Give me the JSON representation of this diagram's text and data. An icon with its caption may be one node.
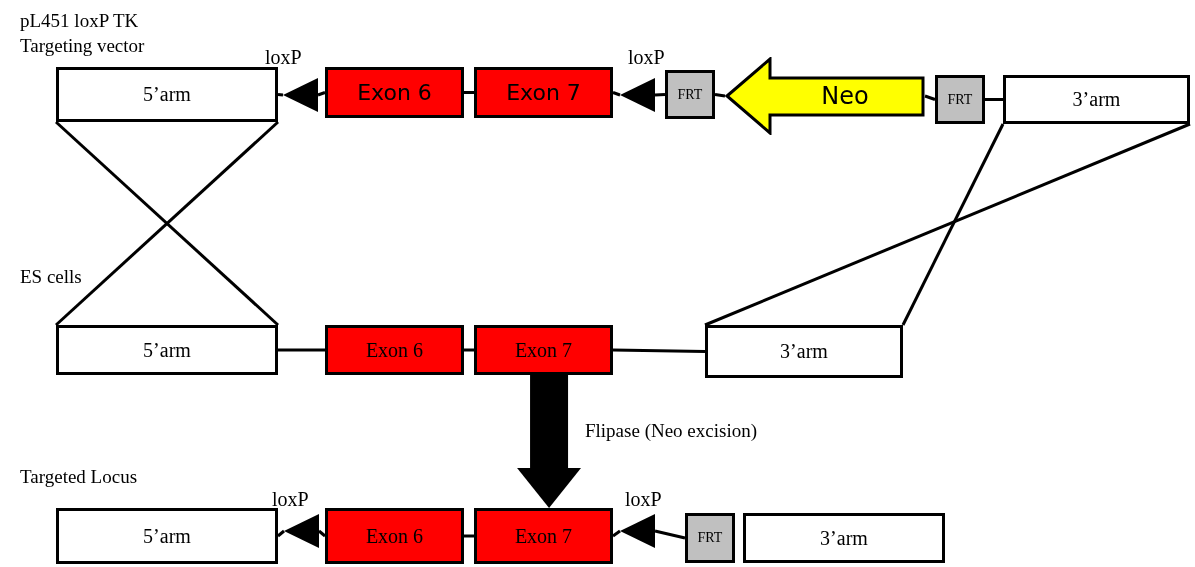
{
  "diagram": {
    "nodes": [
      {
        "text": [
          "5’arm"
        ]
      },
      {
        "text": [],
        "shape": "triangle",
        "beside": [
          "loxP"
        ]
      },
      {
        "text": [
          "Exon 6"
        ]
      },
      {
        "text": [
          "Exon 7"
        ]
      },
      {
        "text": [],
        "shape": "triangle",
        "beside": [
          "loxP"
        ]
      },
      {
        "text": [
          "FRT"
        ]
      },
      {
        "text": [
          "Neo"
        ]
      },
      {
        "text": [
          "FRT"
        ]
      },
      {
        "text": [
          "3’arm"
        ]
      },
      {
        "text": [
          "5’arm"
        ]
      },
      {
        "text": [
          "Exon 6"
        ]
      },
      {
        "text": [
          "Exon 7"
        ]
      },
      {
        "text": [
          "3’arm"
        ]
      },
      {
        "text": [
          "5’arm"
        ]
      },
      {
        "text": [],
        "shape": "triangle",
        "beside": [
          "loxP"
        ]
      },
      {
        "text": [
          "Exon 6"
        ]
      },
      {
        "text": [
          "Exon 7"
        ]
      },
      {
        "text": [],
        "shape": "triangle",
        "beside": [
          "loxP"
        ]
      },
      {
        "text": [
          "FRT"
        ]
      },
      {
        "text": [
          "3’arm"
        ]
      }
    ],
    "edges": [
      {
        "from": 0,
        "to": 1,
        "arrow": "none"
      },
      {
        "from": 1,
        "to": 2,
        "arrow": "none"
      },
      {
        "from": 2,
        "to": 3,
        "arrow": "none"
      },
      {
        "from": 3,
        "to": 4,
        "arrow": "none"
      },
      {
        "from": 4,
        "to": 5,
        "arrow": "none"
      },
      {
        "from": 5,
        "to": 6,
        "arrow": "none"
      },
      {
        "from": 6,
        "to": 7,
        "arrow": "none"
      },
      {
        "from": 7,
        "to": 8,
        "arrow": "none"
      },
      {
        "from": 0,
        "to": 9,
        "arrow": "none"
      },
      {
        "from": 0,
        "to": 9,
        "arrow": "none"
      },
      {
        "from": 8,
        "to": 12,
        "arrow": "none"
      },
      {
        "from": 8,
        "to": 12,
        "arrow": "none"
      },
      {
        "from": 9,
        "to": 10,
        "arrow": "none"
      },
      {
        "from": 10,
        "to": 11,
        "arrow": "none"
      },
      {
        "from": 11,
        "to": 12,
        "arrow": "none"
      },
      {
        "from": 11,
        "to": 16,
        "arrow": "to",
        "label": "Flipase (Neo excision)",
        "style": "thick"
      },
      {
        "from": 13,
        "to": 14,
        "arrow": "none"
      },
      {
        "from": 14,
        "to": 15,
        "arrow": "none"
      },
      {
        "from": 15,
        "to": 16,
        "arrow": "none"
      },
      {
        "from": 16,
        "to": 17,
        "arrow": "none"
      },
      {
        "from": 17,
        "to": 18,
        "arrow": "none"
      }
    ],
    "labels": [
      "pL451 loxP TK Targeting vector",
      "ES cells",
      "Targeted Locus"
    ]
  }
}
